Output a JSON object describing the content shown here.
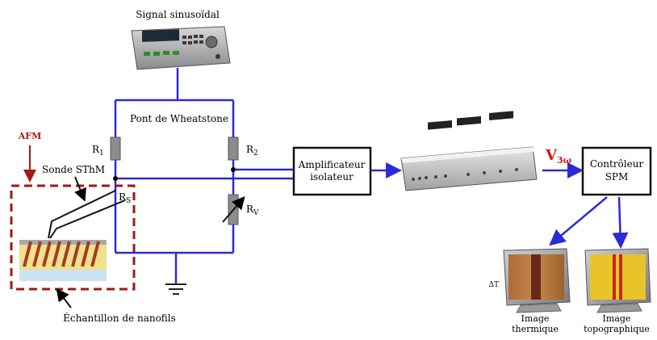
{
  "labels": {
    "signal": "Signal sinusoïdal",
    "bridge": "Pont de Wheatstone",
    "afm": "AFM",
    "probe": "Sonde SThM",
    "sample": "Échantillon de nanofils",
    "r1_main": "R",
    "r1_sub": "1",
    "r2_main": "R",
    "r2_sub": "2",
    "rs_main": "R",
    "rs_sub": "S",
    "rv_main": "R",
    "rv_sub": "V",
    "amp_line1": "Amplificateur",
    "amp_line2": "isolateur",
    "v3w_main": "V",
    "v3w_sub": "3ω",
    "ctrl_line1": "Contrôleur",
    "ctrl_line2": "SPM",
    "delta_t": "ΔT",
    "img_thermal_line1": "Image",
    "img_thermal_line2": "thermique",
    "img_topo_line1": "Image",
    "img_topo_line2": "topographique"
  },
  "colors": {
    "wire": "#2b2bd6",
    "afm": "#a01818",
    "v3w": "#d01818",
    "resistor": "#8c8c8c"
  }
}
